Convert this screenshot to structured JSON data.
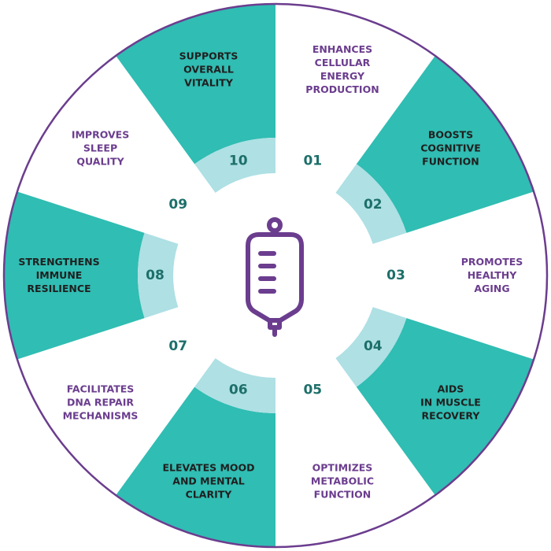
{
  "colors": {
    "teal": "#30bdb3",
    "light_teal": "#aee0e4",
    "white": "#ffffff",
    "border": "#6b3d8e",
    "number_text": "#1d6f6a",
    "dark_text": "#1f1f1f",
    "purple_text": "#6b3d8e",
    "icon": "#6b3d8e"
  },
  "center_icon": "iv-bag-icon",
  "segments": [
    {
      "number": "01",
      "lines": [
        "ENHANCES",
        "CELLULAR",
        "ENERGY",
        "PRODUCTION"
      ],
      "fill": "white"
    },
    {
      "number": "02",
      "lines": [
        "BOOSTS",
        "COGNITIVE",
        "FUNCTION"
      ],
      "fill": "teal"
    },
    {
      "number": "03",
      "lines": [
        "PROMOTES",
        "HEALTHY",
        "AGING"
      ],
      "fill": "white"
    },
    {
      "number": "04",
      "lines": [
        "AIDS",
        "IN MUSCLE",
        "RECOVERY"
      ],
      "fill": "teal"
    },
    {
      "number": "05",
      "lines": [
        "OPTIMIZES",
        "METABOLIC",
        "FUNCTION"
      ],
      "fill": "white"
    },
    {
      "number": "06",
      "lines": [
        "ELEVATES MOOD",
        "AND MENTAL",
        "CLARITY"
      ],
      "fill": "teal"
    },
    {
      "number": "07",
      "lines": [
        "FACILITATES",
        "DNA REPAIR",
        "MECHANISMS"
      ],
      "fill": "white"
    },
    {
      "number": "08",
      "lines": [
        "STRENGTHENS",
        "IMMUNE",
        "RESILIENCE"
      ],
      "fill": "teal"
    },
    {
      "number": "09",
      "lines": [
        "IMPROVES",
        "SLEEP",
        "QUALITY"
      ],
      "fill": "white"
    },
    {
      "number": "10",
      "lines": [
        "SUPPORTS",
        "OVERALL",
        "VITALITY"
      ],
      "fill": "teal"
    }
  ]
}
